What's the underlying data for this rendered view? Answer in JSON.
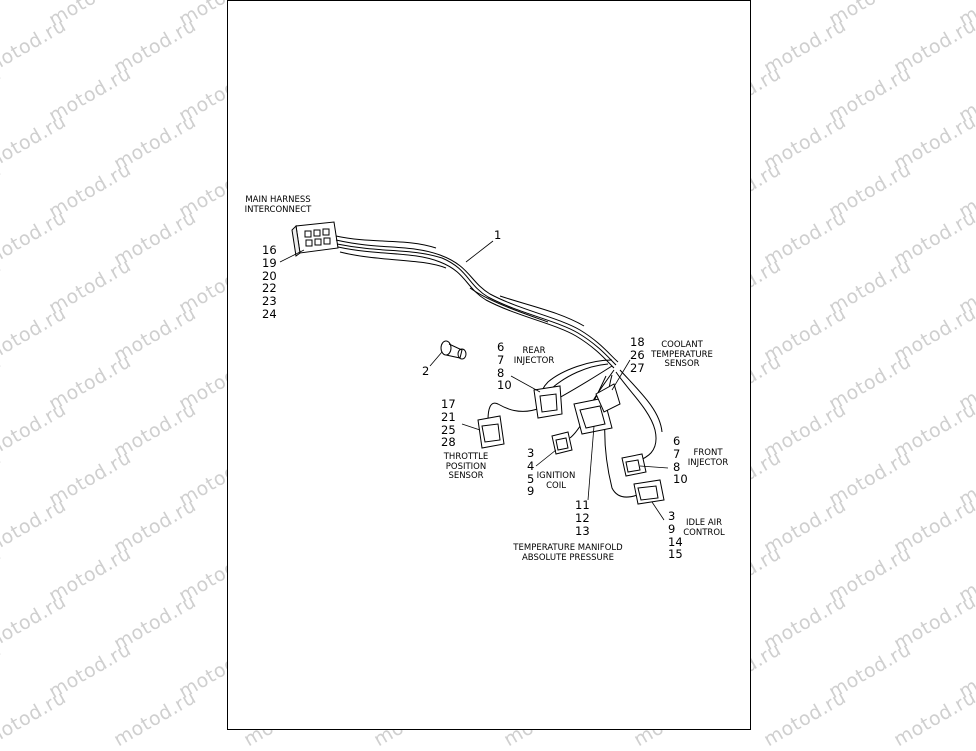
{
  "watermark": "motod.ru",
  "labels": {
    "main_harness": [
      "MAIN HARNESS",
      "INTERCONNECT"
    ],
    "rear_injector": [
      "REAR",
      "INJECTOR"
    ],
    "coolant": [
      "COOLANT",
      "TEMPERATURE",
      "SENSOR"
    ],
    "throttle": [
      "THROTTLE",
      "POSITION",
      "SENSOR"
    ],
    "ignition": [
      "IGNITION",
      "COIL"
    ],
    "front_injector": [
      "FRONT",
      "INJECTOR"
    ],
    "idle_air": [
      "IDLE AIR",
      "CONTROL"
    ],
    "tmap": [
      "TEMPERATURE MANIFOLD",
      "ABSOLUTE PRESSURE"
    ]
  },
  "callouts": {
    "harness_refs": [
      "16",
      "19",
      "20",
      "22",
      "23",
      "24"
    ],
    "item_1": "1",
    "item_2": "2",
    "rear_injector_refs": [
      "6",
      "7",
      "8",
      "10"
    ],
    "coolant_refs": [
      "18",
      "26",
      "27"
    ],
    "throttle_refs": [
      "17",
      "21",
      "25",
      "28"
    ],
    "ignition_refs": [
      "3",
      "4",
      "5",
      "9"
    ],
    "front_injector_refs": [
      "6",
      "7",
      "8",
      "10"
    ],
    "tmap_refs": [
      "11",
      "12",
      "13"
    ],
    "idle_air_refs": [
      "3",
      "9",
      "14",
      "15"
    ]
  }
}
